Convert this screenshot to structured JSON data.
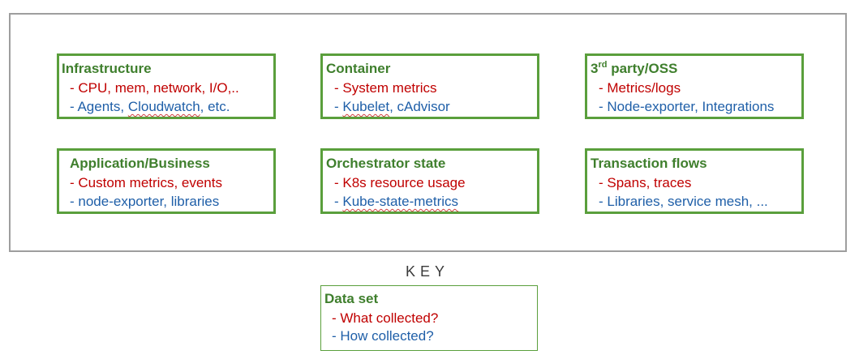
{
  "colors": {
    "title": "#3f7f2d",
    "border": "#5a9f3c",
    "what": "#c00000",
    "how": "#1f5fa8"
  },
  "boxes": [
    {
      "title": "Infrastructure",
      "what": "- CPU, mem, network, I/O,..",
      "how_prefix": "- Agents, ",
      "how_marked": "Cloudwatch",
      "how_suffix": ", etc."
    },
    {
      "title": "Container",
      "what": "- System metrics",
      "how_prefix": "- ",
      "how_marked": "Kubelet",
      "how_suffix": ", cAdvisor"
    },
    {
      "title_base": "3",
      "title_sup": "rd",
      "title_rest": " party/OSS",
      "what": "-  Metrics/logs",
      "how": "-  Node-exporter, Integrations"
    },
    {
      "title": "Application/Business",
      "what": "- Custom metrics, events",
      "how": "- node-exporter, libraries"
    },
    {
      "title": "Orchestrator state",
      "what": "-  K8s resource usage",
      "how_prefix": "-  ",
      "how_marked": "Kube-state-metrics",
      "how_suffix": ""
    },
    {
      "title": "Transaction flows",
      "what": "-  Spans, traces",
      "how": "-  Libraries, service mesh, ..."
    }
  ],
  "key": {
    "label": "KEY",
    "title": "Data set",
    "what": "- What collected?",
    "how": "- How collected?"
  }
}
